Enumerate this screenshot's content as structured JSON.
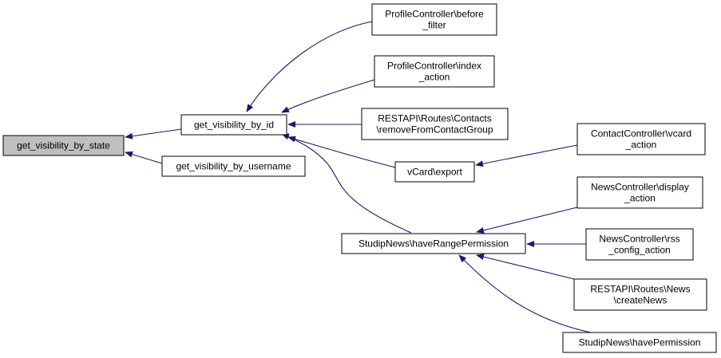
{
  "colors": {
    "edge": "#191970",
    "node_fill": "#ffffff",
    "root_fill": "#bfbfbf",
    "border": "#000000"
  },
  "nodes": [
    {
      "id": "root",
      "lines": [
        "get_visibility_by_state"
      ],
      "root": true
    },
    {
      "id": "by_id",
      "lines": [
        "get_visibility_by_id"
      ]
    },
    {
      "id": "by_username",
      "lines": [
        "get_visibility_by_username"
      ]
    },
    {
      "id": "before_filter",
      "lines": [
        "ProfileController\\before",
        "_filter"
      ]
    },
    {
      "id": "index_action",
      "lines": [
        "ProfileController\\index",
        "_action"
      ]
    },
    {
      "id": "remove_contact",
      "lines": [
        "RESTAPI\\Routes\\Contacts",
        "\\removeFromContactGroup"
      ]
    },
    {
      "id": "vcard_export",
      "lines": [
        "vCard\\export"
      ]
    },
    {
      "id": "vcard_action",
      "lines": [
        "ContactController\\vcard",
        "_action"
      ]
    },
    {
      "id": "range_permission",
      "lines": [
        "StudipNews\\haveRangePermission"
      ]
    },
    {
      "id": "display_action",
      "lines": [
        "NewsController\\display",
        "_action"
      ]
    },
    {
      "id": "rss_config_action",
      "lines": [
        "NewsController\\rss",
        "_config_action"
      ]
    },
    {
      "id": "create_news",
      "lines": [
        "RESTAPI\\Routes\\News",
        "\\createNews"
      ]
    },
    {
      "id": "have_permission",
      "lines": [
        "StudipNews\\havePermission"
      ]
    }
  ],
  "edges": [
    {
      "from": "by_id",
      "to": "root"
    },
    {
      "from": "by_username",
      "to": "root"
    },
    {
      "from": "before_filter",
      "to": "by_id"
    },
    {
      "from": "index_action",
      "to": "by_id"
    },
    {
      "from": "remove_contact",
      "to": "by_id"
    },
    {
      "from": "vcard_export",
      "to": "by_id"
    },
    {
      "from": "range_permission",
      "to": "by_id"
    },
    {
      "from": "vcard_action",
      "to": "vcard_export"
    },
    {
      "from": "display_action",
      "to": "range_permission"
    },
    {
      "from": "rss_config_action",
      "to": "range_permission"
    },
    {
      "from": "create_news",
      "to": "range_permission"
    },
    {
      "from": "have_permission",
      "to": "range_permission"
    }
  ]
}
